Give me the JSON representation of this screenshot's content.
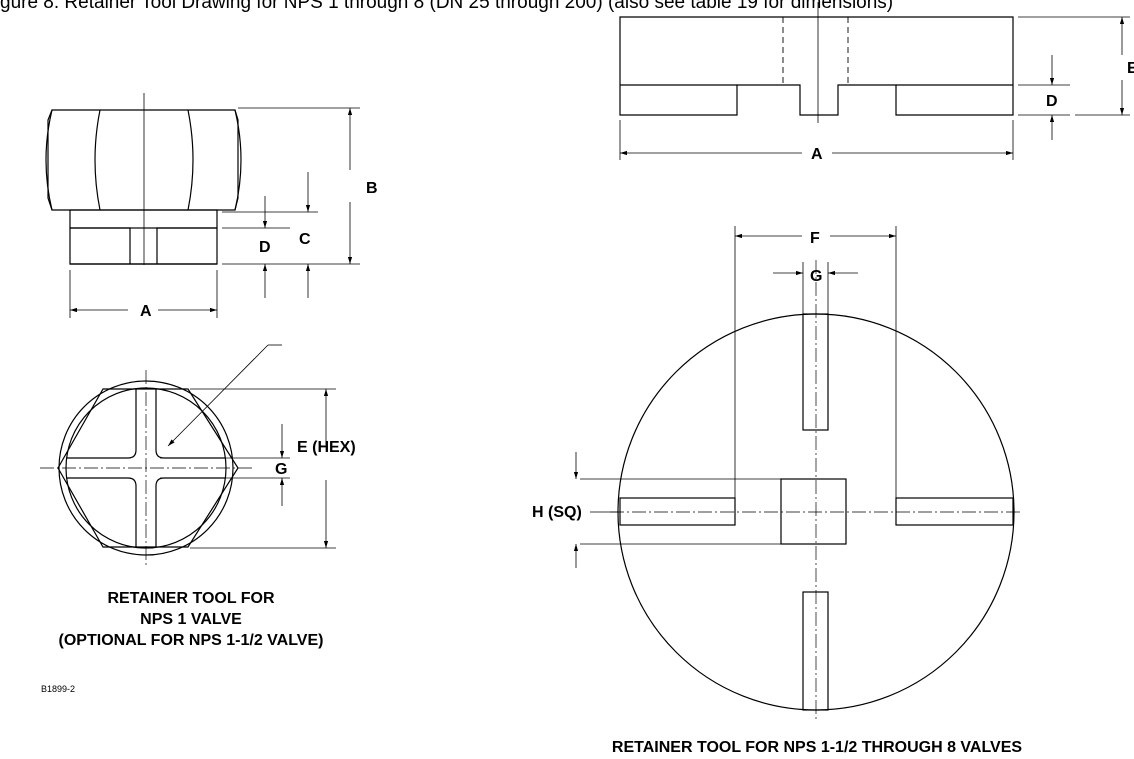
{
  "header_fragment": "gure 8.  Retainer Tool Drawing for NPS 1 through 8 (DN 25 through 200) (also see table 19 for dimensions)",
  "left_drawing": {
    "dim_a": "A",
    "dim_b": "B",
    "dim_c": "C",
    "dim_d": "D",
    "dim_e_hex": "E (HEX)",
    "dim_g": "G",
    "caption_line1": "RETAINER TOOL FOR",
    "caption_line2": "NPS 1 VALVE",
    "caption_line3": "(OPTIONAL FOR NPS 1-1/2 VALVE)",
    "drawing_code": "B1899-2"
  },
  "right_drawing": {
    "dim_a": "A",
    "dim_d": "D",
    "dim_e": "E",
    "dim_f": "F",
    "dim_g": "G",
    "dim_h_sq": "H (SQ)",
    "caption": "RETAINER TOOL FOR NPS 1-1/2 THROUGH 8 VALVES"
  }
}
